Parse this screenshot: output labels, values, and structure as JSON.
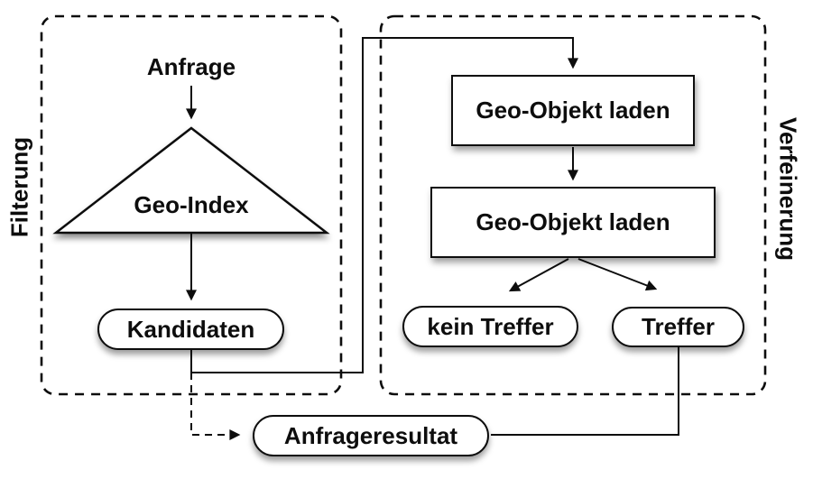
{
  "panels": {
    "filterung": {
      "label": "Filterung"
    },
    "verfeinerung": {
      "label": "Verfeinerung"
    }
  },
  "nodes": {
    "anfrage": {
      "label": "Anfrage"
    },
    "geo_index": {
      "label": "Geo-Index"
    },
    "kandidaten": {
      "label": "Kandidaten"
    },
    "load_1": {
      "label": "Geo-Objekt laden"
    },
    "load_2": {
      "label": "Geo-Objekt laden"
    },
    "kein_treffer": {
      "label": "kein Treffer"
    },
    "treffer": {
      "label": "Treffer"
    },
    "anfrageresultat": {
      "label": "Anfrageresultat"
    }
  },
  "colors": {
    "stroke": "#0d0d0d",
    "fill": "#ffffff",
    "background": "#ffffff"
  }
}
